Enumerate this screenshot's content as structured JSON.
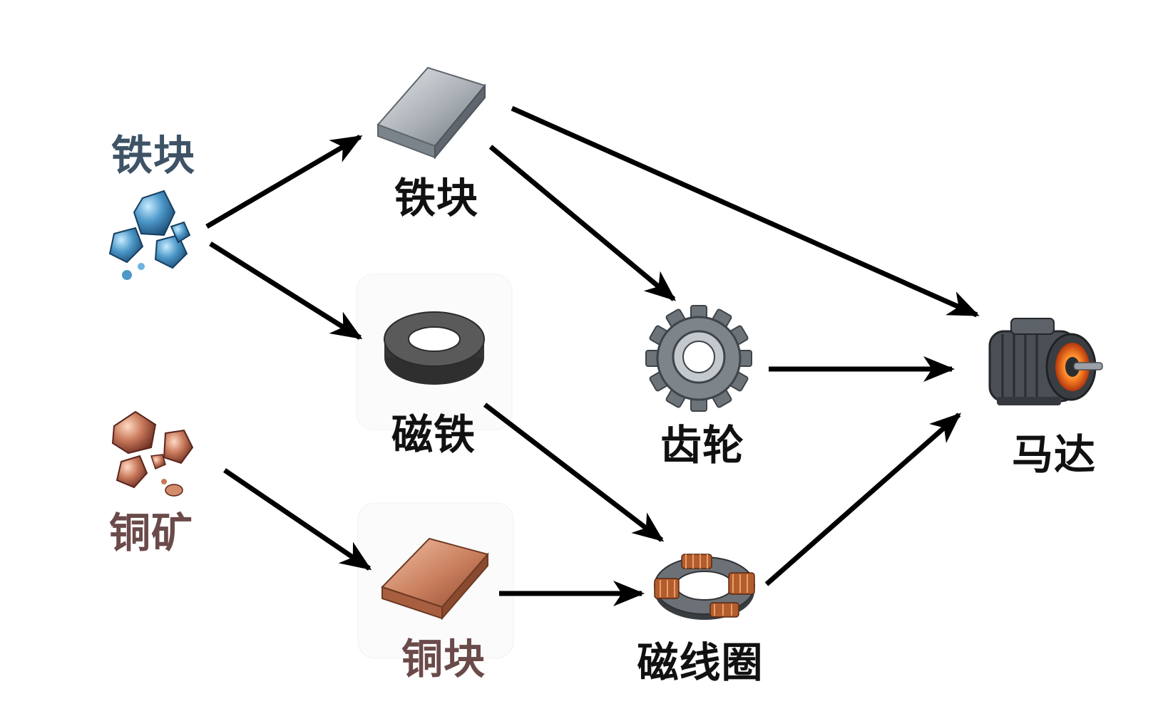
{
  "nodes": {
    "iron_ore": {
      "label": "铁块",
      "icon": "iron-ore-icon",
      "label_color": "#3e5366"
    },
    "copper_ore": {
      "label": "铜矿",
      "icon": "copper-ore-icon",
      "label_color": "#6b4a4a"
    },
    "iron_ingot": {
      "label": "铁块",
      "icon": "iron-ingot-icon",
      "label_color": "#111111"
    },
    "magnet": {
      "label": "磁铁",
      "icon": "magnet-ring-icon",
      "label_color": "#111111"
    },
    "copper_ingot": {
      "label": "铜块",
      "icon": "copper-ingot-icon",
      "label_color": "#6b4a4a"
    },
    "gear": {
      "label": "齿轮",
      "icon": "gear-icon",
      "label_color": "#111111"
    },
    "coil": {
      "label": "磁线圈",
      "icon": "coil-icon",
      "label_color": "#111111"
    },
    "motor": {
      "label": "马达",
      "icon": "motor-icon",
      "label_color": "#111111"
    }
  },
  "edges": [
    {
      "from": "iron_ore",
      "to": "iron_ingot"
    },
    {
      "from": "iron_ore",
      "to": "magnet"
    },
    {
      "from": "copper_ore",
      "to": "copper_ingot"
    },
    {
      "from": "iron_ingot",
      "to": "gear"
    },
    {
      "from": "iron_ingot",
      "to": "motor"
    },
    {
      "from": "gear",
      "to": "motor"
    },
    {
      "from": "magnet",
      "to": "coil"
    },
    {
      "from": "copper_ingot",
      "to": "coil"
    },
    {
      "from": "coil",
      "to": "motor"
    }
  ],
  "colors": {
    "arrow": "#000000",
    "iron": "#9aa3aa",
    "copper": "#c98262",
    "ore_blue": "#3d7fb0",
    "magnet": "#4a4a4a"
  }
}
